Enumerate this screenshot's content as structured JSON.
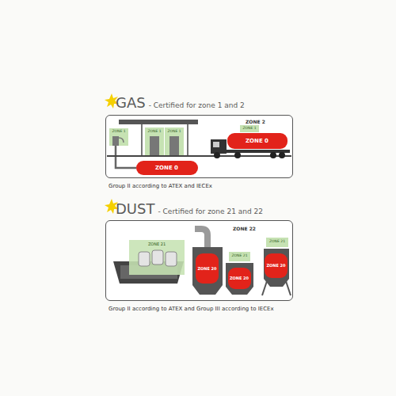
{
  "diagram": {
    "nodes": [
      {
        "text": [
          "GAS",
          "- Certified for zone 1 and 2",
          "ZONE 2"
        ]
      },
      {
        "text": [
          "ZONE 0"
        ],
        "in": 0
      },
      {
        "text": [
          "ZONE 0"
        ],
        "in": 0
      },
      {
        "text": [
          "DUST",
          "- Certified for zone 21 and 22",
          "ZONE 22"
        ]
      },
      {
        "text": [
          "ZONE 20"
        ],
        "in": 3
      },
      {
        "text": [
          "ZONE 20"
        ],
        "in": 3
      },
      {
        "text": [
          "ZONE 20"
        ],
        "in": 3
      }
    ],
    "labels": [
      "Group II according to ATEX and IECEx",
      "Group II according to ATEX and Group III according to IECEx",
      "ZONE 1",
      "ZONE 1",
      "ZONE 1",
      "ZONE 1",
      "ZONE 21",
      "ZONE 21",
      "ZONE 21"
    ]
  }
}
